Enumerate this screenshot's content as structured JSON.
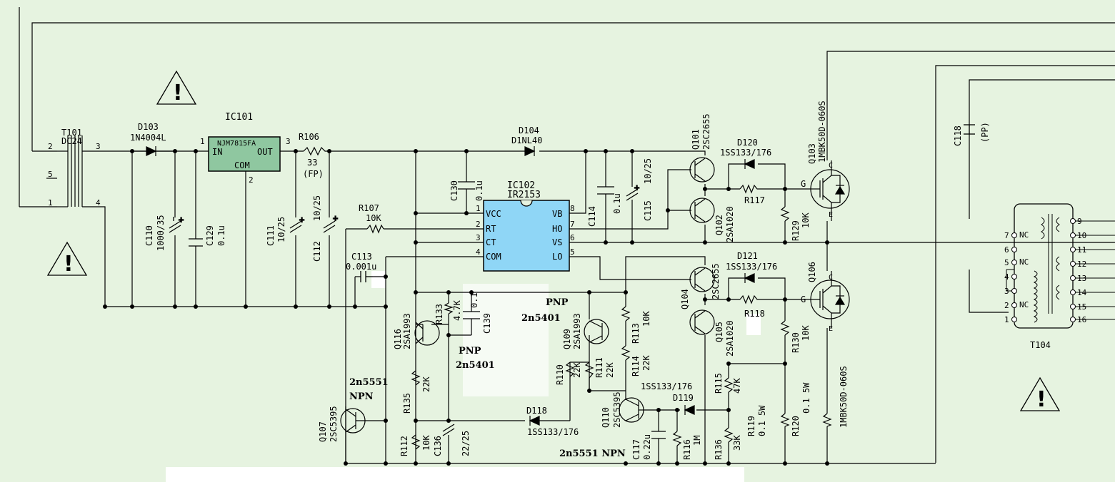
{
  "colors": {
    "background": "#e6f3e0",
    "ic101_fill": "#8fc7a0",
    "ic102_fill": "#8fd6f6",
    "wire": "#000000"
  },
  "t101": {
    "ref": "T101",
    "value": "DC24",
    "pins": [
      "2",
      "5",
      "1",
      "3",
      "4"
    ]
  },
  "d103": {
    "ref": "D103",
    "value": "1N4004L"
  },
  "ic101": {
    "ref": "IC101",
    "part": "NJM7815FA",
    "in": "IN",
    "out": "OUT",
    "com": "COM",
    "pin1": "1",
    "pin2": "2",
    "pin3": "3"
  },
  "r106": {
    "ref": "R106",
    "value": "33",
    "note": "(FP)"
  },
  "d104": {
    "ref": "D104",
    "value": "D1NL40"
  },
  "ic102": {
    "ref": "IC102",
    "part": "IR2153",
    "left_pins": [
      {
        "n": "1",
        "name": "VCC"
      },
      {
        "n": "2",
        "name": "RT"
      },
      {
        "n": "3",
        "name": "CT"
      },
      {
        "n": "4",
        "name": "COM"
      }
    ],
    "right_pins": [
      {
        "n": "8",
        "name": "VB"
      },
      {
        "n": "7",
        "name": "HO"
      },
      {
        "n": "6",
        "name": "VS"
      },
      {
        "n": "5",
        "name": "LO"
      }
    ]
  },
  "c110": {
    "ref": "C110",
    "value": "1000/35"
  },
  "c129": {
    "ref": "C129",
    "value": "0.1u"
  },
  "c111": {
    "ref": "C111",
    "value": "10/25"
  },
  "c112": {
    "ref": "C112",
    "value": "10/25"
  },
  "r107": {
    "ref": "R107",
    "value": "10K"
  },
  "c113": {
    "ref": "C113",
    "value": "0.001u"
  },
  "c130": {
    "ref": "C130",
    "value": "0.1u"
  },
  "c114": {
    "ref": "C114",
    "value": "0.1u"
  },
  "c115": {
    "ref": "C115",
    "value": "10/25"
  },
  "q101": {
    "ref": "Q101",
    "part": "2SC2655"
  },
  "q102": {
    "ref": "Q102",
    "part": "2SA1020"
  },
  "d120": {
    "ref": "D120",
    "value": "1SS133/176"
  },
  "r117": {
    "ref": "R117"
  },
  "r129": {
    "ref": "R129",
    "value": "10K"
  },
  "q103": {
    "ref": "Q103",
    "part": "1MBK50D-060S"
  },
  "c118": {
    "ref": "C118",
    "value": "(PP)"
  },
  "q104": {
    "ref": "Q104",
    "part": "2SC2655"
  },
  "q105": {
    "ref": "Q105",
    "part": "2SA1020"
  },
  "d121": {
    "ref": "D121",
    "value": "1SS133/176"
  },
  "r118": {
    "ref": "R118"
  },
  "r130": {
    "ref": "R130",
    "value": "10K"
  },
  "q106": {
    "ref": "Q106",
    "part": "1MBK50D-060S"
  },
  "igbt": {
    "g": "G",
    "c": "C",
    "e": "E"
  },
  "q116": {
    "ref": "Q116",
    "part": "2SA1993"
  },
  "r133": {
    "ref": "R133",
    "value": "4.7K"
  },
  "c139": {
    "ref": "C139",
    "value": "0.1"
  },
  "q109": {
    "ref": "Q109",
    "part": "2SA1993"
  },
  "r113": {
    "ref": "R113",
    "value": "10K"
  },
  "r114": {
    "ref": "R114",
    "value": "22K"
  },
  "r110": {
    "ref": "R110",
    "value": "22K"
  },
  "r111": {
    "ref": "R111",
    "value": "22K"
  },
  "r135": {
    "ref": "R135",
    "value": "22K"
  },
  "r112": {
    "ref": "R112",
    "value": "10K"
  },
  "c136": {
    "ref": "C136",
    "value": "22/25"
  },
  "d118": {
    "ref": "D118",
    "value": "1SS133/176"
  },
  "q107": {
    "ref": "Q107",
    "part": "2SC5395"
  },
  "q110": {
    "ref": "Q110",
    "part": "2SC5395"
  },
  "d119": {
    "ref": "D119",
    "value": "1SS133/176"
  },
  "c117": {
    "ref": "C117",
    "value": "0.22u"
  },
  "r116": {
    "ref": "R116",
    "value": "1M"
  },
  "r136": {
    "ref": "R136",
    "value": "33K"
  },
  "r115": {
    "ref": "R115",
    "value": "47K"
  },
  "r119": {
    "ref": "R119",
    "value": "0.1 5W"
  },
  "r120": {
    "ref": "R120",
    "value": "0.1 5W"
  },
  "t104": {
    "ref": "T104",
    "left_pins": [
      "7",
      "6",
      "5",
      "4",
      "3",
      "2",
      "1"
    ],
    "nc": "NC",
    "right_pins": [
      "9",
      "10",
      "11",
      "12",
      "13",
      "14",
      "15",
      "16"
    ]
  },
  "annotations": {
    "pnp1_type": "PNP",
    "pnp1_part": "2n5401",
    "pnp2_type": "PNP",
    "pnp2_part": "2n5401",
    "npn1_part": "2n5551",
    "npn1_type": "NPN",
    "npn2": "2n5551  NPN"
  },
  "warning_mark": "!"
}
